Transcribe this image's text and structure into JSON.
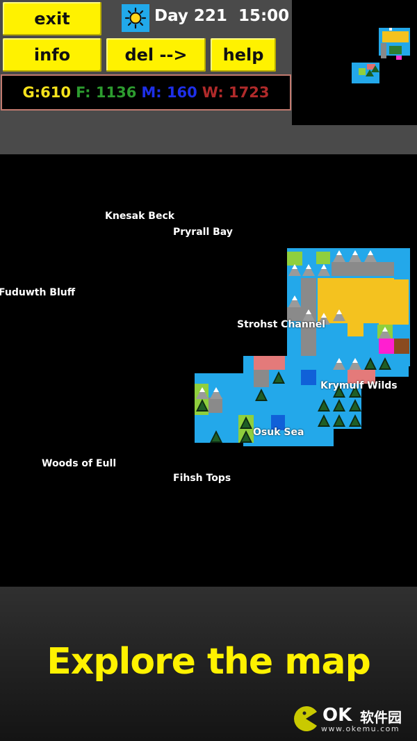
{
  "hud": {
    "buttons": {
      "exit": "exit",
      "info": "info",
      "del": "del -->",
      "help": "help"
    },
    "weather_icon": "sun-icon",
    "day": "Day 221",
    "time": "15:00",
    "resources": {
      "gold": "G:610",
      "food": "F: 1136",
      "mana": "M: 160",
      "wood": "W: 1723"
    },
    "colors": {
      "gold": "#f6e21c",
      "food": "#2d9c2f",
      "mana": "#1e2fe8",
      "wood": "#b02a2a",
      "button": "#fff200"
    }
  },
  "map": {
    "places": [
      "Knesak Beck",
      "Pryrall Bay",
      "Fuduwth Bluff",
      "Strohst Channel",
      "Krymulf Wilds",
      "Osuk Sea",
      "Woods of Eull",
      "Fihsh Tops"
    ]
  },
  "banner": {
    "tagline": "Explore the map"
  },
  "watermark": {
    "brand": "OK",
    "brand_cn": "软件园",
    "url": "www.okemu.com"
  }
}
